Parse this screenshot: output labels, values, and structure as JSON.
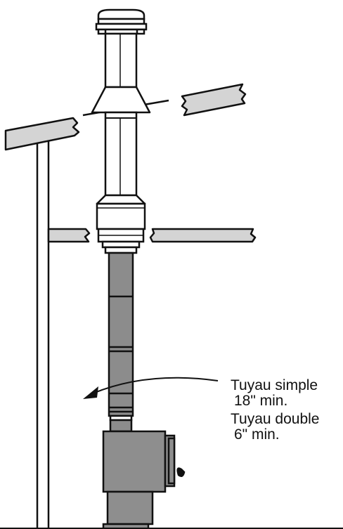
{
  "annotation": {
    "single_pipe_label": "Tuyau simple",
    "single_pipe_clearance": "18\" min.",
    "double_pipe_label": "Tuyau double",
    "double_pipe_clearance": "6\" min."
  },
  "colors": {
    "outline": "#111111",
    "pipe_fill": "#8c8c8c",
    "stove_fill": "#8e8e8e",
    "wood_fill": "#d4d4d4",
    "chimney_fill": "#ffffff"
  }
}
